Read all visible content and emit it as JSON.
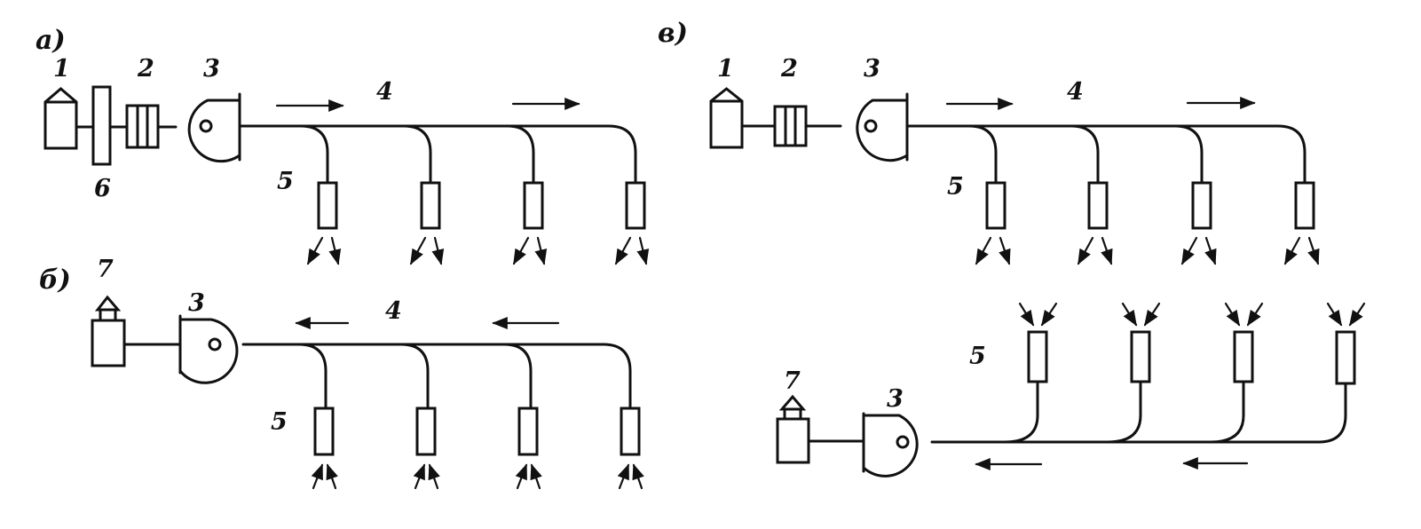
{
  "diagrams": {
    "a": {
      "letter": "a)",
      "labels": {
        "n1": "1",
        "n2": "2",
        "n3": "3",
        "n4": "4",
        "n5": "5",
        "n6": "6"
      }
    },
    "b": {
      "letter": "б)",
      "labels": {
        "n7": "7",
        "n3": "3",
        "n4": "4",
        "n5": "5"
      }
    },
    "c": {
      "letter": "в)",
      "labels": {
        "n1": "1",
        "n2": "2",
        "n3": "3",
        "n4": "4",
        "n5": "5"
      }
    },
    "d": {
      "labels": {
        "n7": "7",
        "n3": "3",
        "n5": "5"
      }
    }
  }
}
